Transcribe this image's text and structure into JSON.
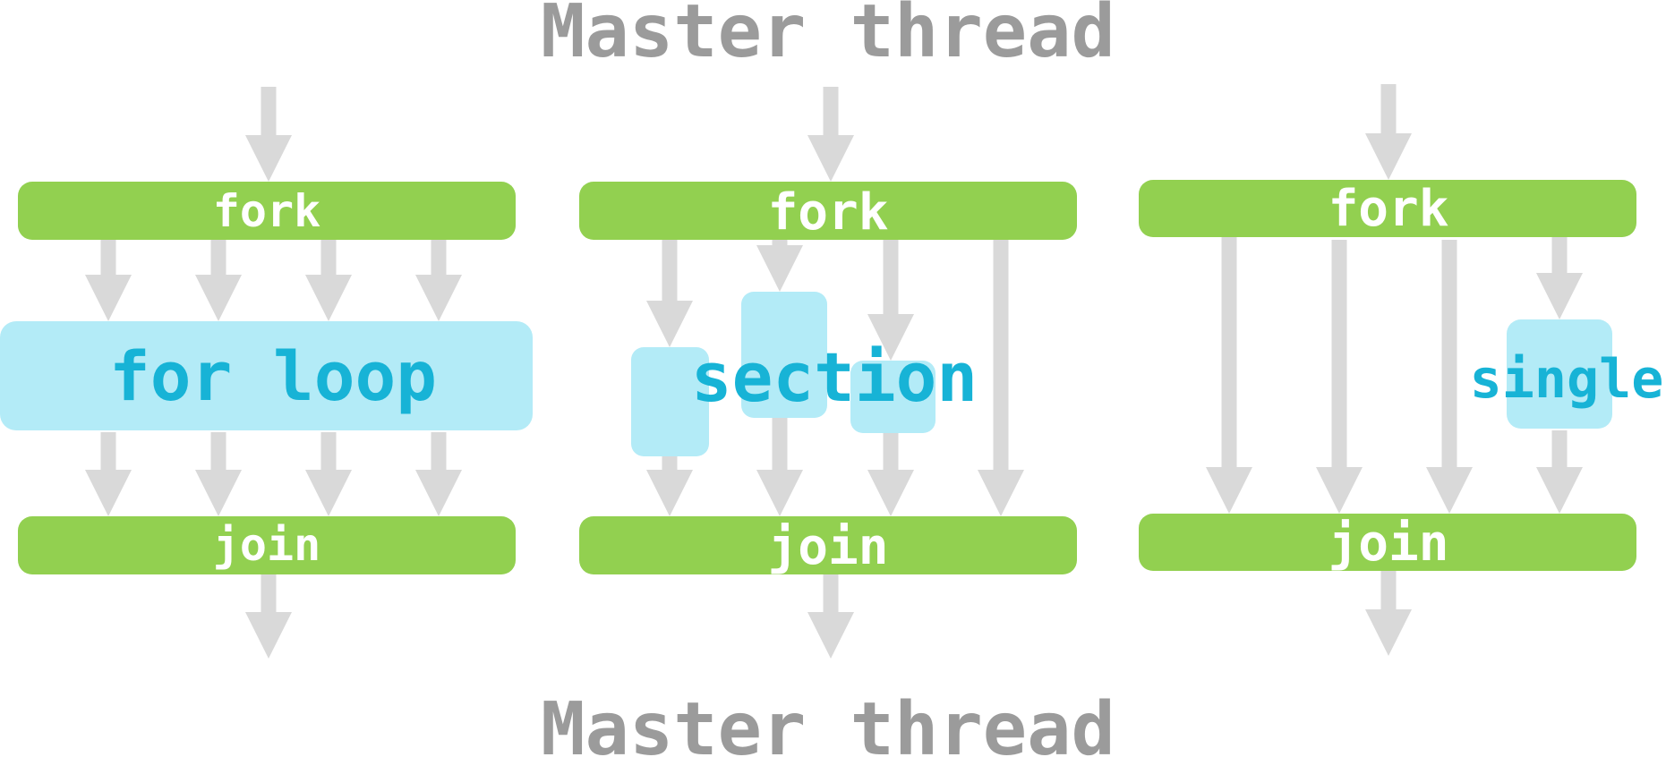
{
  "title_top": "Master thread",
  "title_bottom": "Master thread",
  "colors": {
    "title": "#9b9b9b",
    "arrow": "#d9d9d9",
    "bar": "#92d050",
    "bar_text": "#ffffff",
    "block": "#b3ebf7",
    "block_text": "#17b3d6"
  },
  "panels": [
    {
      "fork_label": "fork",
      "join_label": "join",
      "construct_label": "for loop"
    },
    {
      "fork_label": "fork",
      "join_label": "join",
      "construct_label": "section"
    },
    {
      "fork_label": "fork",
      "join_label": "join",
      "construct_label": "single"
    }
  ]
}
